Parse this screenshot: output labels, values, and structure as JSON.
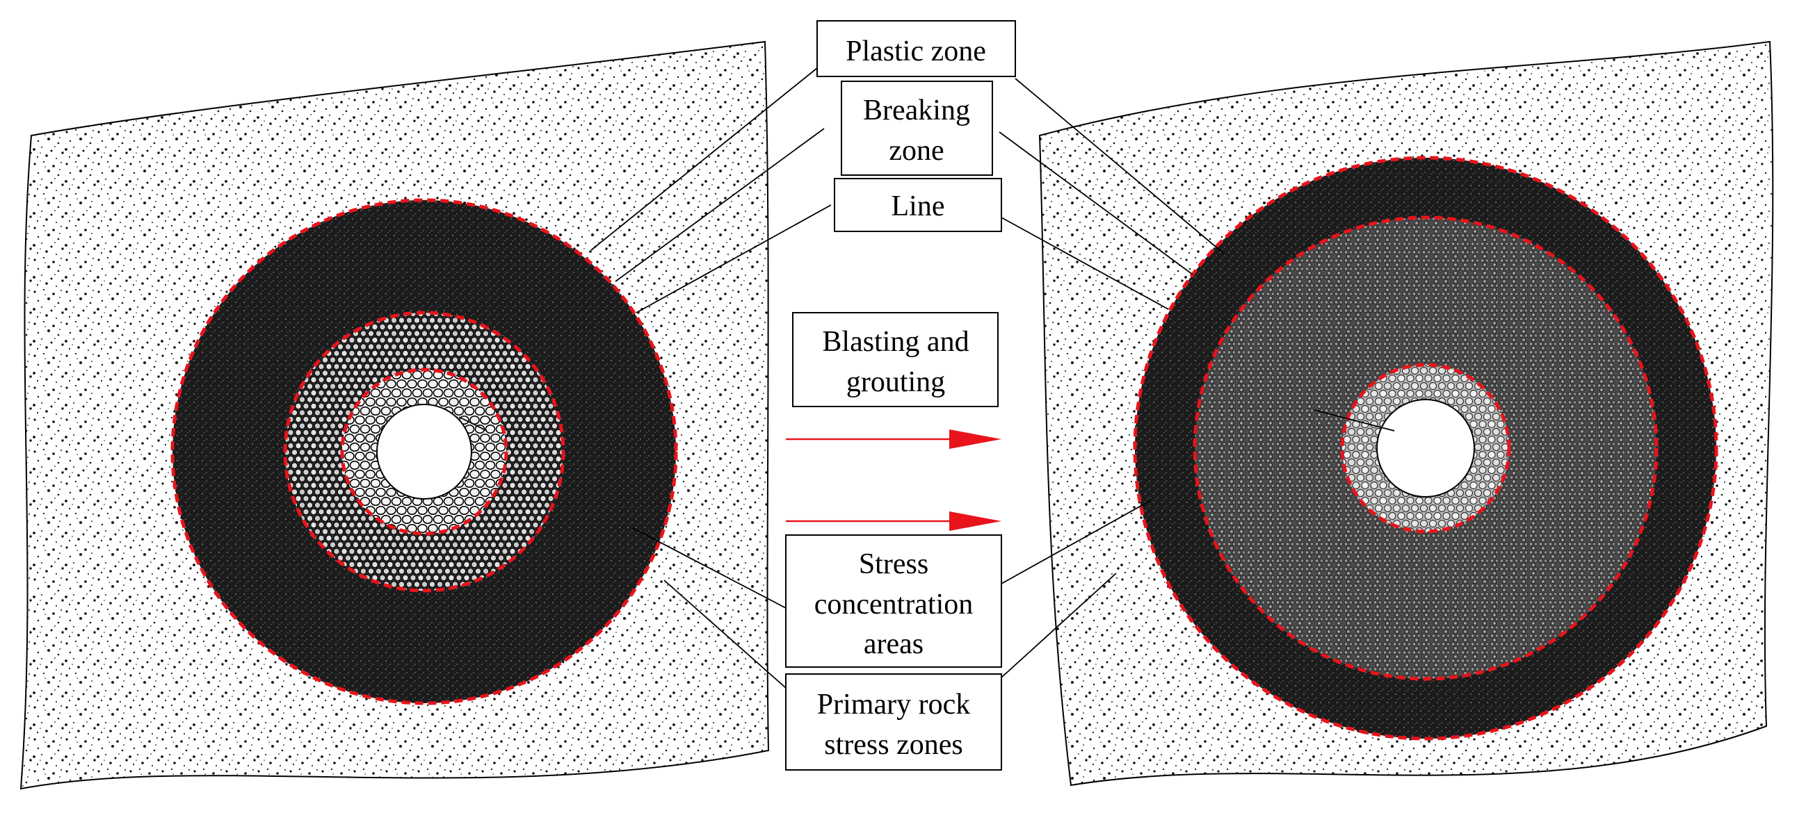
{
  "labels": {
    "plastic_zone": "Plastic zone",
    "breaking_zone_line1": "Breaking",
    "breaking_zone_line2": "zone",
    "line": "Line",
    "process_line1": "Blasting and",
    "process_line2": "grouting",
    "stress_line1": "Stress",
    "stress_line2": "concentration",
    "stress_line3": "areas",
    "primary_line1": "Primary rock",
    "primary_line2": "stress zones"
  },
  "colors": {
    "boundary": "#e8141b",
    "arrow": "#e8141b",
    "dark_zone": "#1c1c1c",
    "rock_speckle": "#111111",
    "background": "#ffffff"
  }
}
